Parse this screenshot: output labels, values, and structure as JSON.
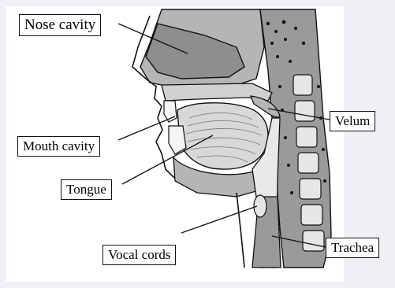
{
  "labels": {
    "nose_cavity": "Nose cavity",
    "velum": "Velum",
    "mouth_cavity": "Mouth cavity",
    "tongue": "Tongue",
    "trachea": "Trachea",
    "vocal_cords": "Vocal cords"
  },
  "colors": {
    "background": "#eef0f6",
    "panel": "#ffffff",
    "tissue_dark": "#8e8e8e",
    "tissue_mid": "#b5b5b5",
    "tissue_light": "#d8d8d8",
    "outline": "#111111"
  }
}
